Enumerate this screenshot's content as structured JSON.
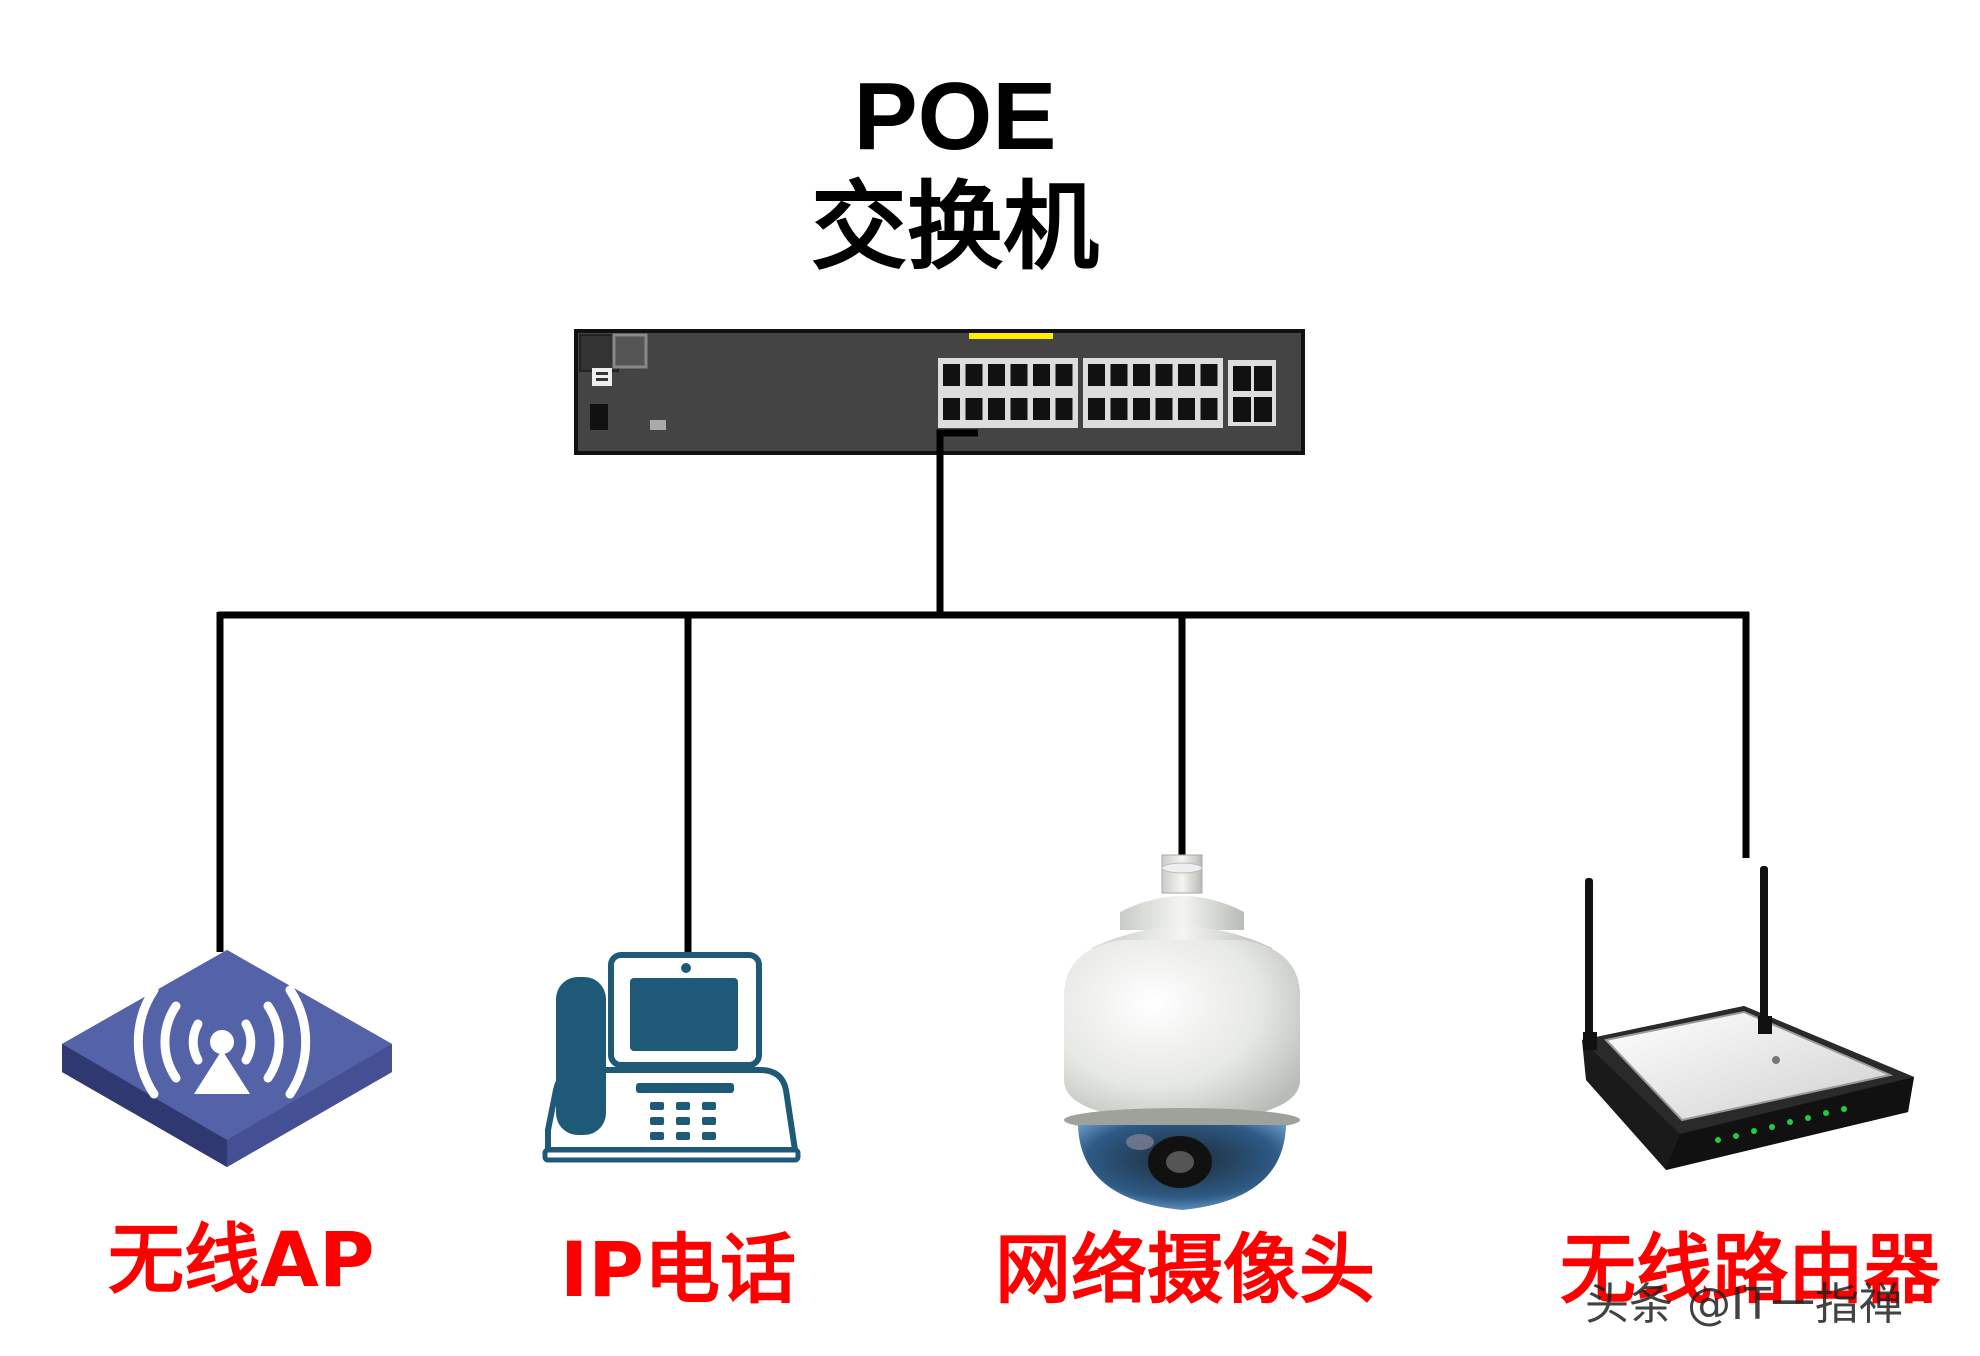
{
  "title": {
    "line1": "POE",
    "line2": "交换机"
  },
  "devices": [
    {
      "id": "ap",
      "label": "无线AP",
      "icon": "wireless-ap-icon"
    },
    {
      "id": "phone",
      "label": "IP电话",
      "icon": "ip-phone-icon"
    },
    {
      "id": "camera",
      "label": "网络摄像头",
      "icon": "dome-camera-icon"
    },
    {
      "id": "router",
      "label": "无线路由器",
      "icon": "wireless-router-icon"
    }
  ],
  "watermark": "头条 @IT一指禅",
  "colors": {
    "label": "#ff0000",
    "line": "#000000",
    "switch_body": "#444444",
    "ap_blue": "#5462a8",
    "phone_teal": "#1e5a78",
    "port_led": "#ffee00"
  }
}
